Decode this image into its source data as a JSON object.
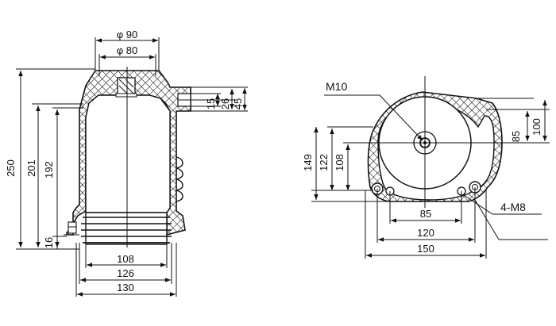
{
  "side_view": {
    "dims": {
      "phi90": "φ 90",
      "phi80": "φ 80",
      "d15": "15",
      "d26": "26",
      "d45": "45",
      "d250": "250",
      "d201": "201",
      "d192": "192",
      "d16": "16",
      "d108": "108",
      "d126": "126",
      "d130": "130"
    }
  },
  "top_view": {
    "labels": {
      "m10": "M10",
      "m8": "4-M8"
    },
    "dims": {
      "d149": "149",
      "d122": "122",
      "d108": "108",
      "d85v": "85",
      "d100": "100",
      "d85h": "85",
      "d120": "120",
      "d150": "150"
    }
  }
}
